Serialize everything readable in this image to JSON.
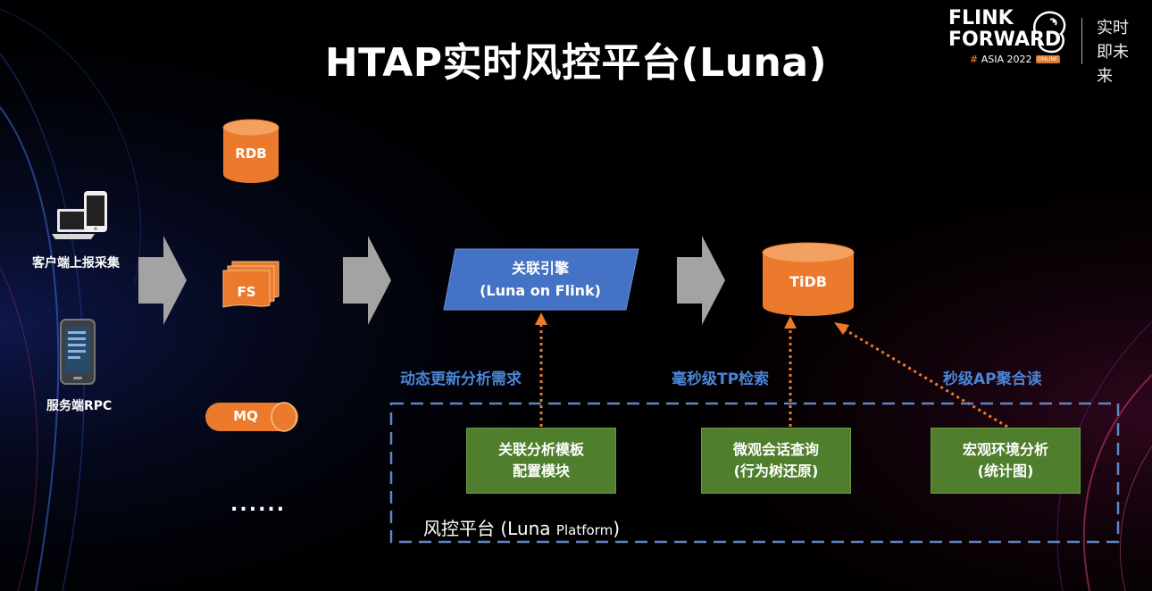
{
  "title": "HTAP实时风控平台(Luna)",
  "brand": {
    "line1": "FLINK",
    "line2": "FORWARD",
    "hash": "#",
    "event": "ASIA 2022",
    "badge": "ONLINE",
    "slogan": "实时即未来"
  },
  "sources": {
    "client": "客户端上报采集",
    "server": "服务端RPC"
  },
  "storages": {
    "rdb": "RDB",
    "fs": "FS",
    "mq": "MQ",
    "more": "......"
  },
  "engine": {
    "line1": "关联引擎",
    "line2": "(Luna on Flink)"
  },
  "db": {
    "label": "TiDB"
  },
  "edges": {
    "dynamic": "动态更新分析需求",
    "tp": "毫秒级TP检索",
    "ap": "秒级AP聚合读"
  },
  "modules": [
    {
      "line1": "关联分析模板",
      "line2": "配置模块"
    },
    {
      "line1": "微观会话查询",
      "line2": "(行为树还原)"
    },
    {
      "line1": "宏观环境分析",
      "line2": "(统计图)"
    }
  ],
  "platform": {
    "main": "风控平台 (Luna ",
    "sub": "Platform",
    "close": ")"
  },
  "colors": {
    "orange": "#ec7a2c",
    "blue": "#4472c4",
    "green": "#4f7f2c",
    "dash": "#5f86c4",
    "arrow_gray": "#a3a3a3"
  }
}
